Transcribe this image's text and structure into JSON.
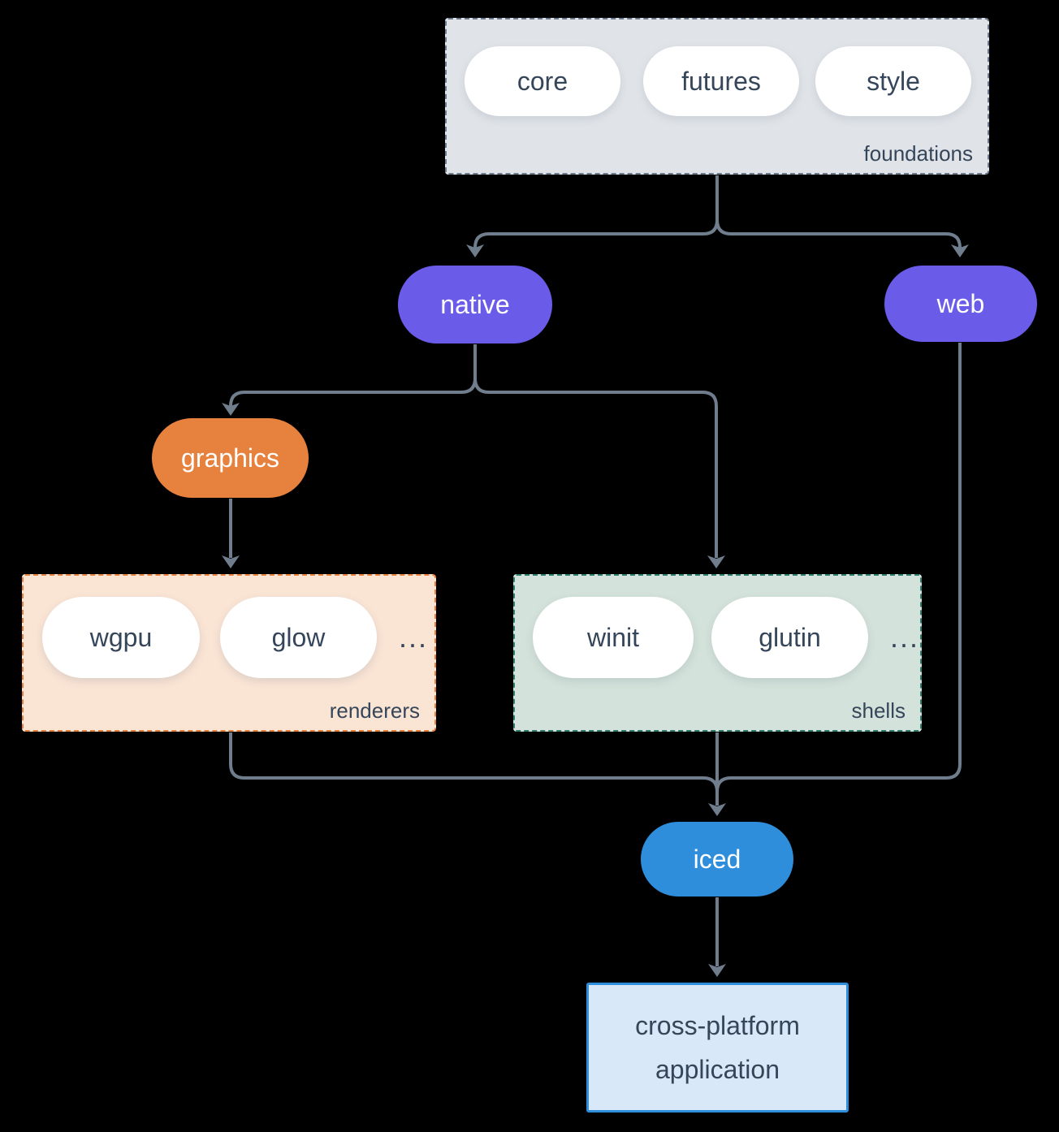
{
  "colors": {
    "background": "#000000",
    "edge": "#6f7d8c",
    "text_dark": "#36465a",
    "purple": "#6a5be8",
    "orange": "#e7823e",
    "blue": "#2e8edb",
    "foundations_fill": "#e0e4e8",
    "foundations_border": "#6b7a8c",
    "renderers_fill": "#fae4d4",
    "renderers_border": "#e7823e",
    "shells_fill": "#d3e2da",
    "shells_border": "#2e7d6e",
    "app_fill": "#d9e8f8",
    "app_border": "#2e8edb",
    "pill_fill": "#ffffff"
  },
  "nodes": {
    "foundations": {
      "label": "foundations",
      "pills": [
        "core",
        "futures",
        "style"
      ]
    },
    "native": {
      "label": "native"
    },
    "web": {
      "label": "web"
    },
    "graphics": {
      "label": "graphics"
    },
    "renderers": {
      "label": "renderers",
      "pills": [
        "wgpu",
        "glow"
      ],
      "ellipsis": "..."
    },
    "shells": {
      "label": "shells",
      "pills": [
        "winit",
        "glutin"
      ],
      "ellipsis": "..."
    },
    "iced": {
      "label": "iced"
    },
    "application": {
      "lines": [
        "cross-platform",
        "application"
      ]
    }
  }
}
